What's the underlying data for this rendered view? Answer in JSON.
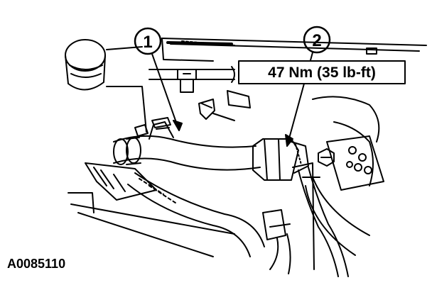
{
  "callouts": [
    {
      "number": "1"
    },
    {
      "number": "2"
    }
  ],
  "torque_spec": "47 Nm (35 lb-ft)",
  "figure_id": "A0085110",
  "colors": {
    "line": "#000000",
    "background": "#ffffff"
  },
  "depicted_parts": [
    "hose-assembly",
    "hose-fitting",
    "engine-components",
    "mounting-bolt",
    "hose-clamp"
  ]
}
